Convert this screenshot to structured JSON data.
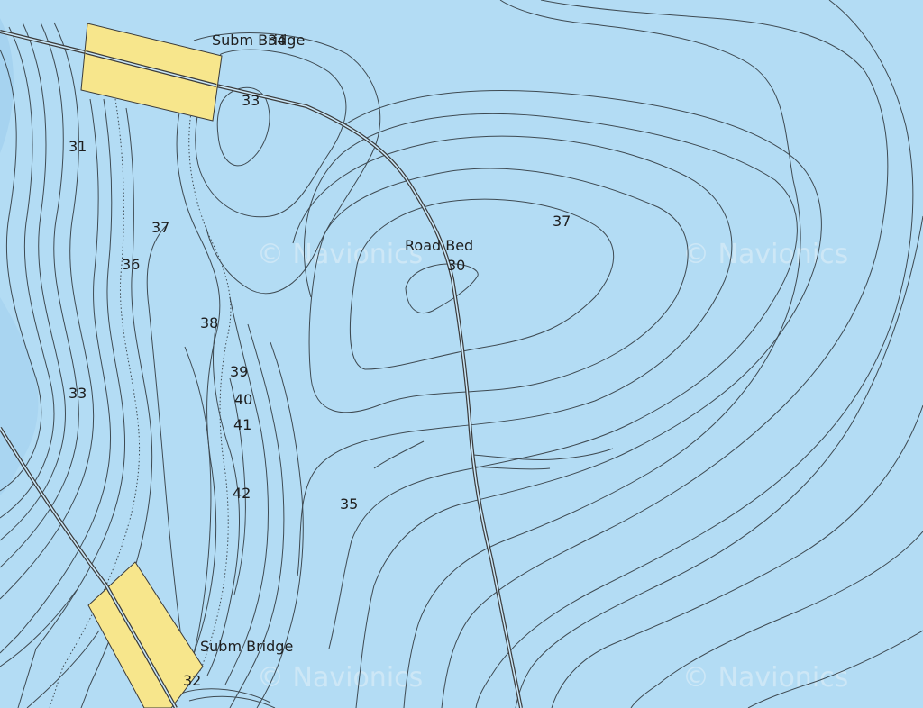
{
  "colors": {
    "water": "#b3dcf4",
    "deep_water": "#a6d3f0",
    "bridge": "#f7e68c",
    "contour": "#3e4a52",
    "road": "#3a3a3a"
  },
  "labels": {
    "subm_bridge_top": "Subm Bridge",
    "subm_bridge_top_overlap": "34",
    "subm_bridge_bottom": "Subm Bridge",
    "road_bed": "Road Bed"
  },
  "depths": [
    "33",
    "31",
    "37",
    "36",
    "38",
    "39",
    "40",
    "41",
    "42",
    "33",
    "35",
    "37",
    "30",
    "32"
  ],
  "watermarks": [
    "© Navionics",
    "© Navionics",
    "© Navionics",
    "© Navionics"
  ]
}
